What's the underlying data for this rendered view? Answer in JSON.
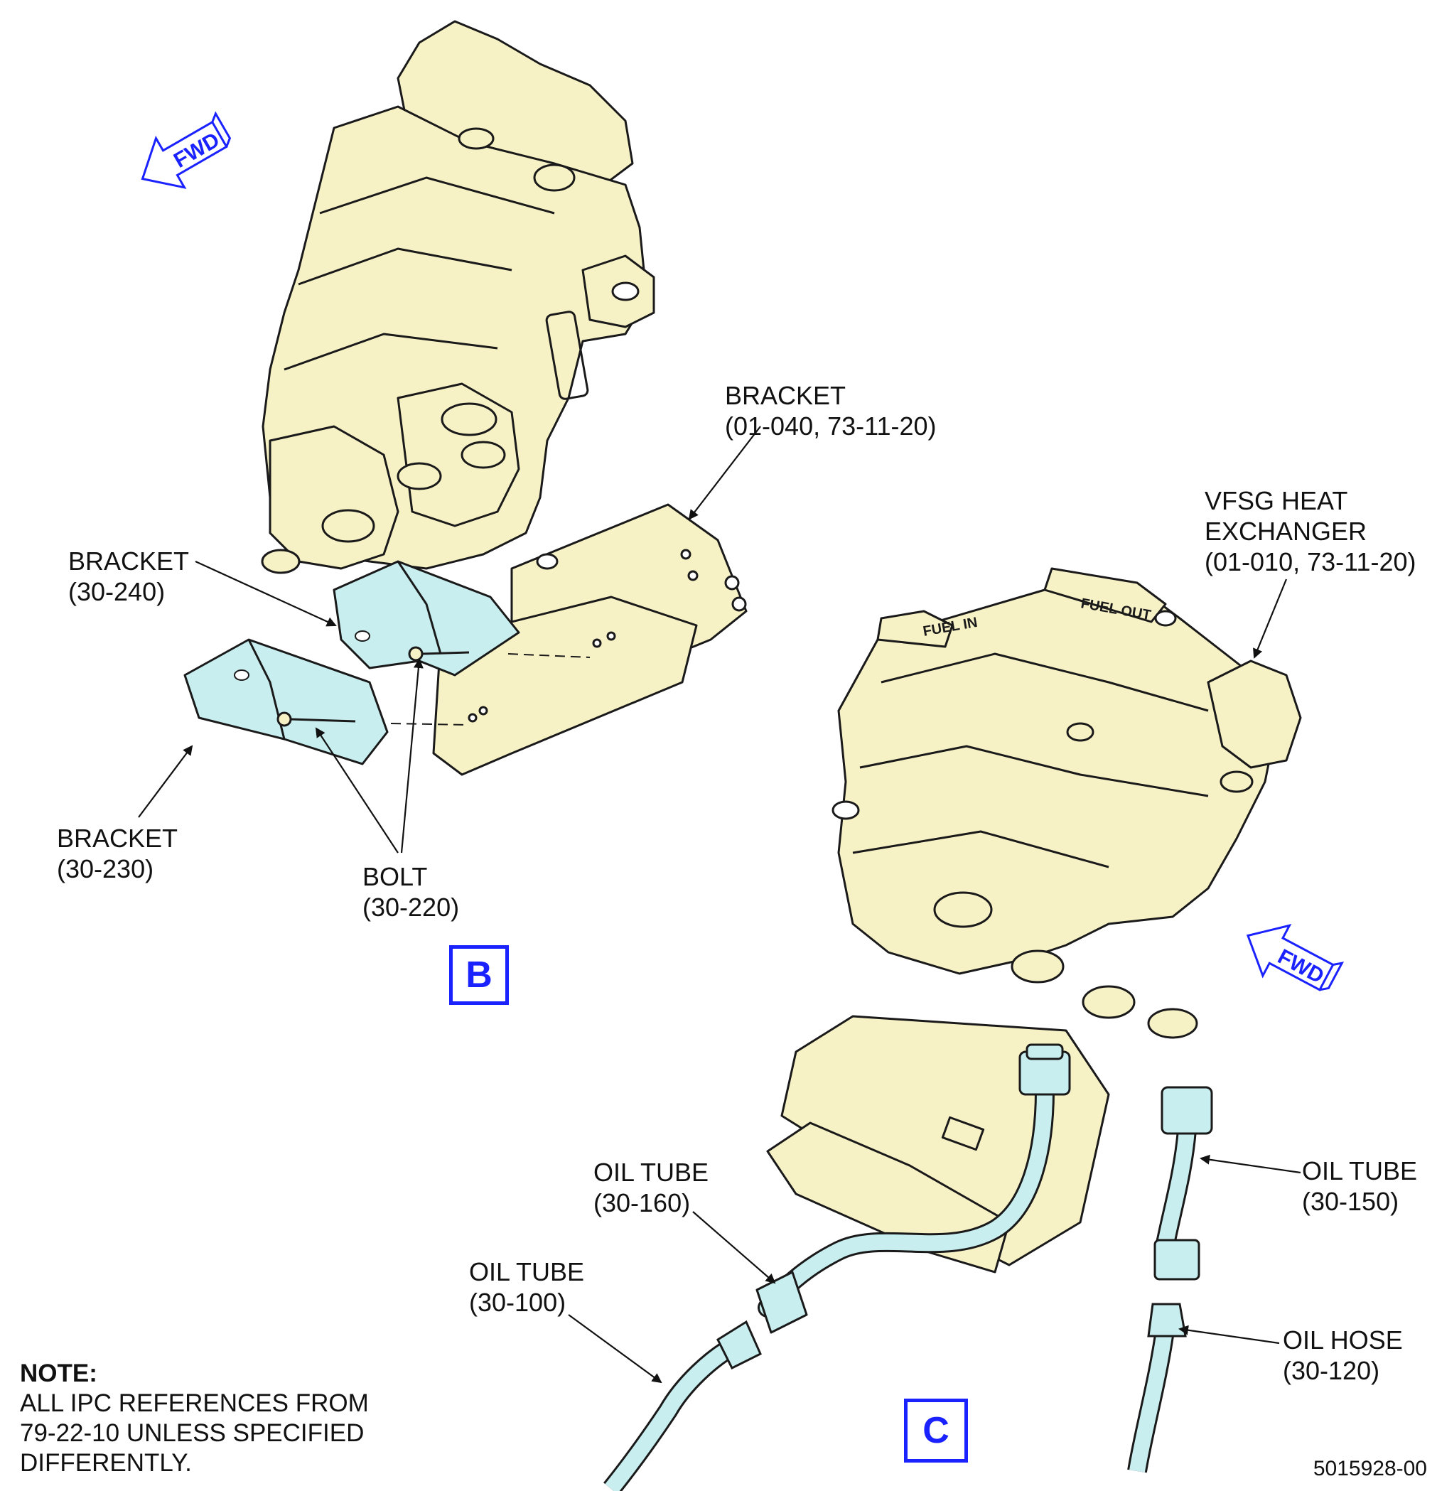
{
  "colors": {
    "component_fill": "#f7f1c6",
    "bracket_fill": "#c8eef0",
    "tube_fill": "#c8eef0",
    "outline": "#1a1a1a",
    "view_label": "#1a22ff"
  },
  "view_b": {
    "fwd_text": "FWD",
    "view_letter": "B",
    "bracket_top": {
      "title": "BRACKET",
      "ref": "(01-040, 73-11-20)"
    },
    "bracket_240": {
      "title": "BRACKET",
      "ref": "(30-240)"
    },
    "bracket_230": {
      "title": "BRACKET",
      "ref": "(30-230)"
    },
    "bolt": {
      "title": "BOLT",
      "ref": "(30-220)"
    }
  },
  "view_c": {
    "fwd_text": "FWD",
    "view_letter": "C",
    "heat_exchanger": {
      "line1": "VFSG HEAT",
      "line2": "EXCHANGER",
      "ref": "(01-010, 73-11-20)"
    },
    "fuel_in": "FUEL IN",
    "fuel_out": "FUEL OUT",
    "oil_tube_160": {
      "title": "OIL TUBE",
      "ref": "(30-160)"
    },
    "oil_tube_100": {
      "title": "OIL TUBE",
      "ref": "(30-100)"
    },
    "oil_tube_150": {
      "title": "OIL TUBE",
      "ref": "(30-150)"
    },
    "oil_hose_120": {
      "title": "OIL HOSE",
      "ref": "(30-120)"
    }
  },
  "note": {
    "heading": "NOTE:",
    "lines": [
      "ALL IPC REFERENCES FROM",
      "79-22-10 UNLESS SPECIFIED",
      "DIFFERENTLY."
    ]
  },
  "figure_number": "5015928-00"
}
